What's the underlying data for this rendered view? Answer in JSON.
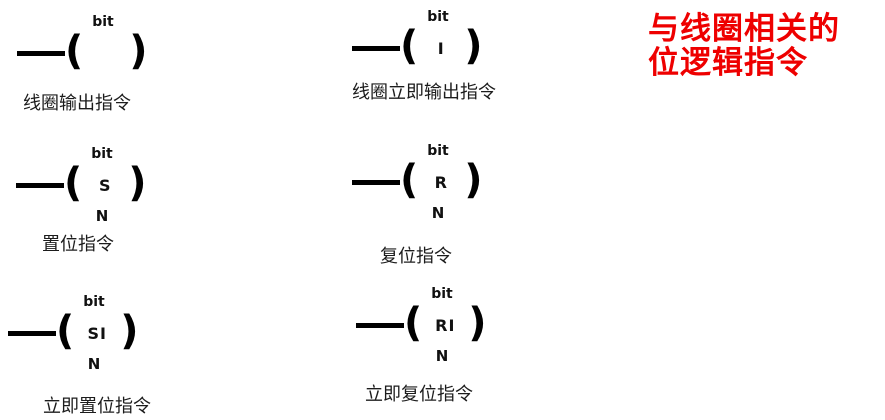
{
  "title": {
    "line1": "与线圈相关的",
    "line2": "位逻辑指令",
    "color": "#ee0000"
  },
  "symbols": [
    {
      "id": "coil-output",
      "top_label": "bit",
      "open_paren": "(",
      "operand": "",
      "close_paren": ")",
      "bottom_label": "",
      "caption": "线圈输出指令"
    },
    {
      "id": "coil-immediate-output",
      "top_label": "bit",
      "open_paren": "(",
      "operand": "I",
      "close_paren": ")",
      "bottom_label": "",
      "caption": "线圈立即输出指令"
    },
    {
      "id": "set",
      "top_label": "bit",
      "open_paren": "(",
      "operand": "S",
      "close_paren": ")",
      "bottom_label": "N",
      "caption": "置位指令"
    },
    {
      "id": "reset",
      "top_label": "bit",
      "open_paren": "(",
      "operand": "R",
      "close_paren": ")",
      "bottom_label": "N",
      "caption": "复位指令"
    },
    {
      "id": "immediate-set",
      "top_label": "bit",
      "open_paren": "(",
      "operand": "SI",
      "close_paren": ")",
      "bottom_label": "N",
      "caption": "立即置位指令"
    },
    {
      "id": "immediate-reset",
      "top_label": "bit",
      "open_paren": "(",
      "operand": "RI",
      "close_paren": ")",
      "bottom_label": "N",
      "caption": "立即复位指令"
    }
  ]
}
